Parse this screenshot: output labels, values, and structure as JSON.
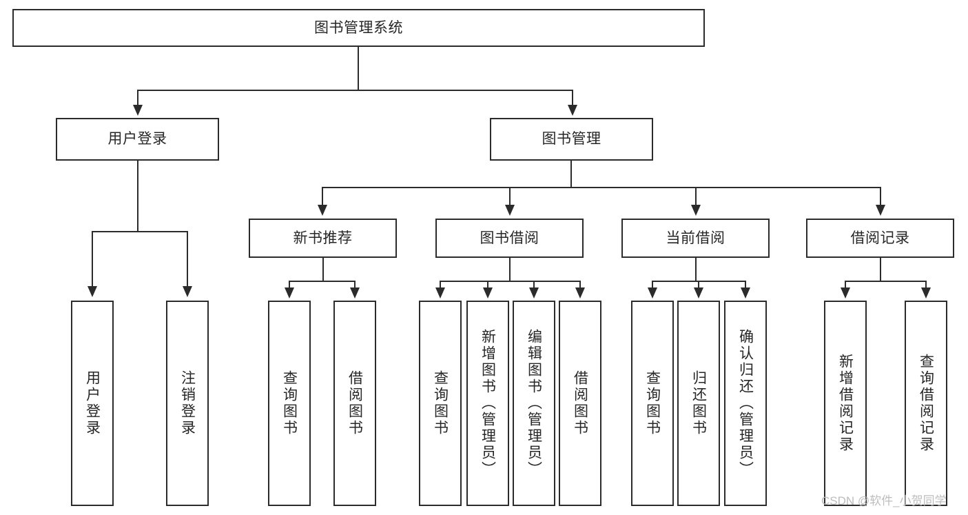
{
  "diagram": {
    "type": "tree-hierarchy-chart",
    "title": "图书管理系统",
    "watermark": "CSDN @软件_小贺同学",
    "orientation": "top-down",
    "levels": 4,
    "nodes": {
      "root": {
        "label": "图书管理系统",
        "level": 1
      },
      "user_login": {
        "label": "用户登录",
        "level": 2
      },
      "book_manage": {
        "label": "图书管理",
        "level": 2
      },
      "new_book_rec": {
        "label": "新书推荐",
        "level": 3
      },
      "book_borrow": {
        "label": "图书借阅",
        "level": 3
      },
      "current_borrow": {
        "label": "当前借阅",
        "level": 3
      },
      "borrow_record": {
        "label": "借阅记录",
        "level": 3
      },
      "leaf_user_login": {
        "label": "用户登录",
        "level": 3
      },
      "leaf_user_logout": {
        "label": "注销登录",
        "level": 3
      },
      "leaf_query_book_a": {
        "label": "查询图书",
        "level": 4
      },
      "leaf_borrow_book_a": {
        "label": "借阅图书",
        "level": 4
      },
      "leaf_query_book_b": {
        "label": "查询图书",
        "level": 4
      },
      "leaf_add_book": {
        "label": "新增图书（管理员）",
        "level": 4
      },
      "leaf_edit_book": {
        "label": "编辑图书（管理员）",
        "level": 4
      },
      "leaf_borrow_book_b": {
        "label": "借阅图书",
        "level": 4
      },
      "leaf_query_book_c": {
        "label": "查询图书",
        "level": 4
      },
      "leaf_return_book": {
        "label": "归还图书",
        "level": 4
      },
      "leaf_confirm_return": {
        "label": "确认归还（管理员）",
        "level": 4
      },
      "leaf_add_record": {
        "label": "新增借阅记录",
        "level": 4
      },
      "leaf_query_record": {
        "label": "查询借阅记录",
        "level": 4
      }
    },
    "edges": [
      {
        "from": "root",
        "to": "user_login"
      },
      {
        "from": "root",
        "to": "book_manage"
      },
      {
        "from": "user_login",
        "to": "leaf_user_login"
      },
      {
        "from": "user_login",
        "to": "leaf_user_logout"
      },
      {
        "from": "book_manage",
        "to": "new_book_rec"
      },
      {
        "from": "book_manage",
        "to": "book_borrow"
      },
      {
        "from": "book_manage",
        "to": "current_borrow"
      },
      {
        "from": "book_manage",
        "to": "borrow_record"
      },
      {
        "from": "new_book_rec",
        "to": "leaf_query_book_a"
      },
      {
        "from": "new_book_rec",
        "to": "leaf_borrow_book_a"
      },
      {
        "from": "book_borrow",
        "to": "leaf_query_book_b"
      },
      {
        "from": "book_borrow",
        "to": "leaf_add_book"
      },
      {
        "from": "book_borrow",
        "to": "leaf_edit_book"
      },
      {
        "from": "book_borrow",
        "to": "leaf_borrow_book_b"
      },
      {
        "from": "current_borrow",
        "to": "leaf_query_book_c"
      },
      {
        "from": "current_borrow",
        "to": "leaf_return_book"
      },
      {
        "from": "current_borrow",
        "to": "leaf_confirm_return"
      },
      {
        "from": "borrow_record",
        "to": "leaf_add_record"
      },
      {
        "from": "borrow_record",
        "to": "leaf_query_record"
      }
    ],
    "colors": {
      "stroke": "#2b2b2b",
      "fill": "#ffffff",
      "text": "#262626",
      "watermark": "#bdbdbd"
    }
  }
}
